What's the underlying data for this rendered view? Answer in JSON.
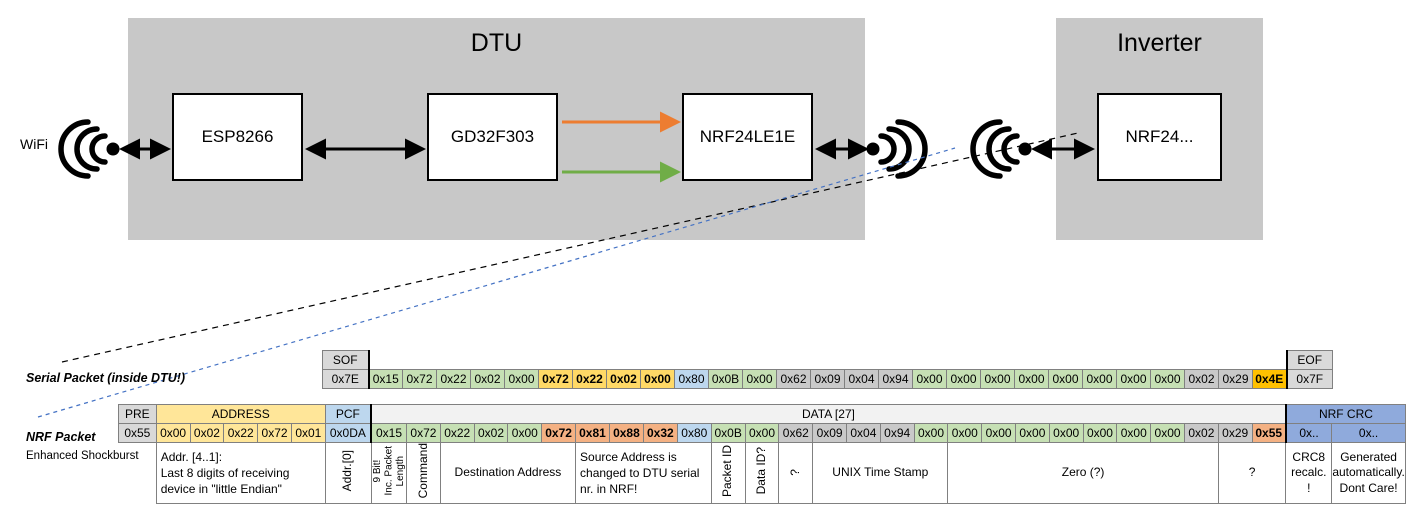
{
  "diagram": {
    "dtu": {
      "title": "DTU",
      "chips": [
        "ESP8266",
        "GD32F303",
        "NRF24LE1E"
      ],
      "wifi_label": "WiFi"
    },
    "inverter": {
      "title": "Inverter",
      "chips": [
        "NRF24..."
      ]
    },
    "arrows": {
      "tx_color": "#ED7D31",
      "rx_color": "#70AD47",
      "link_color": "#000000"
    }
  },
  "serial_packet": {
    "label": "Serial Packet (inside DTU!)",
    "sof": {
      "header": "SOF",
      "value": "0x7E"
    },
    "eof": {
      "header": "EOF",
      "value": "0x7F"
    },
    "bytes": [
      {
        "v": "0x15",
        "c": "c-green"
      },
      {
        "v": "0x72",
        "c": "c-green"
      },
      {
        "v": "0x22",
        "c": "c-green"
      },
      {
        "v": "0x02",
        "c": "c-green"
      },
      {
        "v": "0x00",
        "c": "c-green"
      },
      {
        "v": "0x72",
        "c": "c-yellow"
      },
      {
        "v": "0x22",
        "c": "c-yellow"
      },
      {
        "v": "0x02",
        "c": "c-yellow"
      },
      {
        "v": "0x00",
        "c": "c-yellow"
      },
      {
        "v": "0x80",
        "c": "c-blue"
      },
      {
        "v": "0x0B",
        "c": "c-green"
      },
      {
        "v": "0x00",
        "c": "c-green"
      },
      {
        "v": "0x62",
        "c": "c-gray2"
      },
      {
        "v": "0x09",
        "c": "c-gray2"
      },
      {
        "v": "0x04",
        "c": "c-gray2"
      },
      {
        "v": "0x94",
        "c": "c-gray2"
      },
      {
        "v": "0x00",
        "c": "c-green"
      },
      {
        "v": "0x00",
        "c": "c-green"
      },
      {
        "v": "0x00",
        "c": "c-green"
      },
      {
        "v": "0x00",
        "c": "c-green"
      },
      {
        "v": "0x00",
        "c": "c-green"
      },
      {
        "v": "0x00",
        "c": "c-green"
      },
      {
        "v": "0x00",
        "c": "c-green"
      },
      {
        "v": "0x00",
        "c": "c-green"
      },
      {
        "v": "0x02",
        "c": "c-gray2"
      },
      {
        "v": "0x29",
        "c": "c-gray2"
      },
      {
        "v": "0x4E",
        "c": "c-amber"
      }
    ]
  },
  "nrf_packet": {
    "label": "NRF Packet",
    "sublabel": "Enhanced Shockburst",
    "headers": {
      "pre": "PRE",
      "address": "ADDRESS",
      "pcf": "PCF",
      "data": "DATA [27]",
      "crc": "NRF CRC"
    },
    "pre": {
      "v": "0x55",
      "c": "c-gray"
    },
    "address": [
      {
        "v": "0x00",
        "c": "c-yellowl"
      },
      {
        "v": "0x02",
        "c": "c-yellowl"
      },
      {
        "v": "0x22",
        "c": "c-yellowl"
      },
      {
        "v": "0x72",
        "c": "c-yellowl"
      },
      {
        "v": "0x01",
        "c": "c-yellowl"
      }
    ],
    "pcf": {
      "v": "0x0DA",
      "c": "c-blue"
    },
    "bytes": [
      {
        "v": "0x15",
        "c": "c-green"
      },
      {
        "v": "0x72",
        "c": "c-green"
      },
      {
        "v": "0x22",
        "c": "c-green"
      },
      {
        "v": "0x02",
        "c": "c-green"
      },
      {
        "v": "0x00",
        "c": "c-green"
      },
      {
        "v": "0x72",
        "c": "c-salmon"
      },
      {
        "v": "0x81",
        "c": "c-salmon"
      },
      {
        "v": "0x88",
        "c": "c-salmon"
      },
      {
        "v": "0x32",
        "c": "c-salmon"
      },
      {
        "v": "0x80",
        "c": "c-blue"
      },
      {
        "v": "0x0B",
        "c": "c-green"
      },
      {
        "v": "0x00",
        "c": "c-green"
      },
      {
        "v": "0x62",
        "c": "c-gray2"
      },
      {
        "v": "0x09",
        "c": "c-gray2"
      },
      {
        "v": "0x04",
        "c": "c-gray2"
      },
      {
        "v": "0x94",
        "c": "c-gray2"
      },
      {
        "v": "0x00",
        "c": "c-green"
      },
      {
        "v": "0x00",
        "c": "c-green"
      },
      {
        "v": "0x00",
        "c": "c-green"
      },
      {
        "v": "0x00",
        "c": "c-green"
      },
      {
        "v": "0x00",
        "c": "c-green"
      },
      {
        "v": "0x00",
        "c": "c-green"
      },
      {
        "v": "0x00",
        "c": "c-green"
      },
      {
        "v": "0x00",
        "c": "c-green"
      },
      {
        "v": "0x02",
        "c": "c-gray2"
      },
      {
        "v": "0x29",
        "c": "c-gray2"
      },
      {
        "v": "0x55",
        "c": "c-salmon"
      }
    ],
    "crc": [
      {
        "v": "0x..",
        "c": "c-bluem"
      },
      {
        "v": "0x..",
        "c": "c-bluem"
      }
    ],
    "annotations": [
      {
        "text": "Addr. [4..1]:\nLast 8 digits of receiving\ndevice in \"little Endian\"",
        "span": 5,
        "mode": "left",
        "bg": "c-white"
      },
      {
        "text": "Addr.[0]",
        "span": 1,
        "mode": "vert",
        "bg": "c-white"
      },
      {
        "text": "9 Bit!\nInc. Packet\nLength",
        "span": 1,
        "mode": "vert3",
        "bg": "c-white"
      },
      {
        "text": "Command",
        "span": 1,
        "mode": "vert",
        "bg": "c-white"
      },
      {
        "text": "Destination Address",
        "span": 4,
        "mode": "ctr",
        "bg": "c-white"
      },
      {
        "text": "Source Address is\nchanged to DTU serial\nnr. in NRF!",
        "span": 4,
        "mode": "left",
        "bg": "c-salmonl"
      },
      {
        "text": "Packet ID",
        "span": 1,
        "mode": "vert",
        "bg": "c-white"
      },
      {
        "text": "Data ID?",
        "span": 1,
        "mode": "vert",
        "bg": "c-white"
      },
      {
        "text": "?",
        "span": 1,
        "mode": "vert",
        "bg": "c-white"
      },
      {
        "text": "UNIX Time Stamp",
        "span": 4,
        "mode": "ctr",
        "bg": "c-white"
      },
      {
        "text": "Zero (?)",
        "span": 8,
        "mode": "ctr",
        "bg": "c-white"
      },
      {
        "text": "?",
        "span": 2,
        "mode": "ctr",
        "bg": "c-white"
      },
      {
        "text": "CRC8\nrecalc.\n!",
        "span": 1,
        "mode": "ctr",
        "bg": "c-salmonl"
      },
      {
        "text": "Generated\nautomatically.\nDont Care!",
        "span": 2,
        "mode": "ctr",
        "bg": "c-white"
      }
    ]
  }
}
